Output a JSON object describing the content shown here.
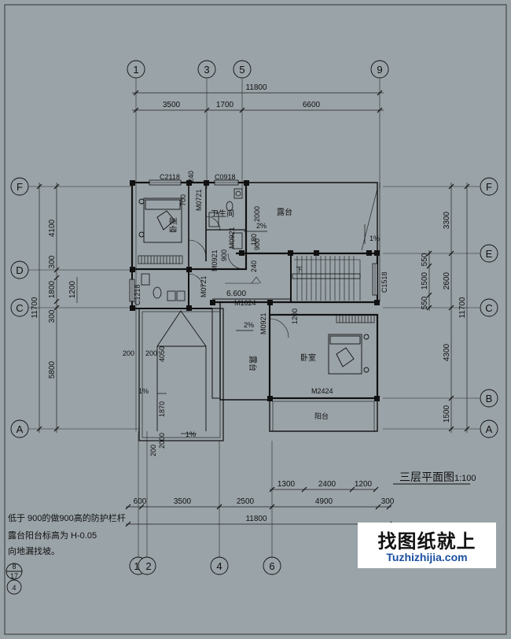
{
  "plan": {
    "title": "三层平面图",
    "scale": "1:100",
    "dims_top": {
      "total": "11800",
      "segs": [
        "3500",
        "1700",
        "6600"
      ]
    },
    "dims_bottom": {
      "segs": [
        "600",
        "3500",
        "2500",
        "4900",
        "300"
      ],
      "total": "11800",
      "balcony": [
        "1300",
        "2400",
        "1200"
      ]
    },
    "dims_left": {
      "total": "11700",
      "segs": [
        "4100",
        "300",
        "1800",
        "300",
        "5800"
      ],
      "inner": "1200"
    },
    "dims_right": {
      "total": "11700",
      "segs": [
        "3300",
        "550",
        "1500",
        "550",
        "4300",
        "1500"
      ],
      "group": "2600"
    },
    "axes_top": [
      "1",
      "3",
      "5",
      "9"
    ],
    "axes_bottom": [
      "1",
      "2",
      "4",
      "6"
    ],
    "axes_left": [
      "F",
      "D",
      "C",
      "A"
    ],
    "axes_right": [
      "F",
      "E",
      "C",
      "B",
      "A"
    ],
    "rooms": {
      "bedroom_a": "卧室",
      "bedroom_b": "卧室",
      "bath": "卫生间",
      "terrace": "露台",
      "terrace_b": "露台",
      "balcony": "阳台"
    },
    "labels": {
      "c2118": "C2118",
      "c0918": "C0918",
      "c1218": "C1218",
      "c1518": "C1518",
      "m0721a": "M0721",
      "m0721b": "M0721",
      "m0921a": "M0921",
      "m0921b": "M0921",
      "m0921c": "M0921",
      "m1624": "M1624",
      "m2424": "M2424",
      "elev": "6.600",
      "slope1": "2%",
      "slope2": "2%",
      "slope3": "1%",
      "slope4": "1%",
      "slope5": "1%",
      "down": "下",
      "n700": "700",
      "n240": "240",
      "n2000": "2000",
      "n900a": "900",
      "n240b": "240",
      "n900b": "900",
      "n1200": "1200",
      "n180": "180",
      "n200a": "200",
      "n200b": "200",
      "n4050": "4050",
      "n1870": "1870",
      "n2000b": "2000",
      "n200c": "200"
    },
    "notes": [
      "低于 900的做900高的防护栏杆",
      "露台阳台标高为 H-0.05",
      "向地漏找坡。"
    ],
    "detail_symbol": {
      "num": "8",
      "sheet": "17",
      "extra": "4"
    }
  },
  "watermark": {
    "cn": "找图纸就上",
    "en": "Tuzhizhijia.com"
  }
}
